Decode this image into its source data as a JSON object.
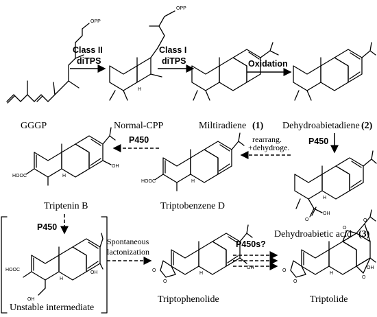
{
  "compounds": {
    "ggpp": "GGGP",
    "normal_cpp": "Normal-CPP",
    "miltiradiene": "Miltiradiene",
    "miltiradiene_num": "(1)",
    "dehydroabietadiene": "Dehydroabietadiene",
    "dehydroabietadiene_num": "(2)",
    "dehydroabietic_acid": "Dehydroabietic acid",
    "dehydroabietic_acid_num": "(3)",
    "triptobenzene_d": "Triptobenzene D",
    "triptenin_b": "Triptenin B",
    "unstable_intermediate": "Unstable intermediate",
    "triptophenolide": "Triptophenolide",
    "triptolide": "Triptolide"
  },
  "arrows": {
    "class_ii_line1": "Class II",
    "class_ii_line2": "diTPS",
    "class_i_line1": "Class I",
    "class_i_line2": "diTPS",
    "oxidation": "Oxidation",
    "p450_1": "P450",
    "rearrang_line1": "rearrang.",
    "rearrang_line2": "+dehydroge.",
    "p450_2": "P450",
    "p450_3": "P450",
    "spontaneous_line1": "Spontaneous",
    "spontaneous_line2": "lactonization",
    "p450s": "P450s?"
  },
  "atoms": {
    "opp": "OPP",
    "h": "H",
    "oh": "OH",
    "hooc": "HOOC",
    "o": "O"
  }
}
